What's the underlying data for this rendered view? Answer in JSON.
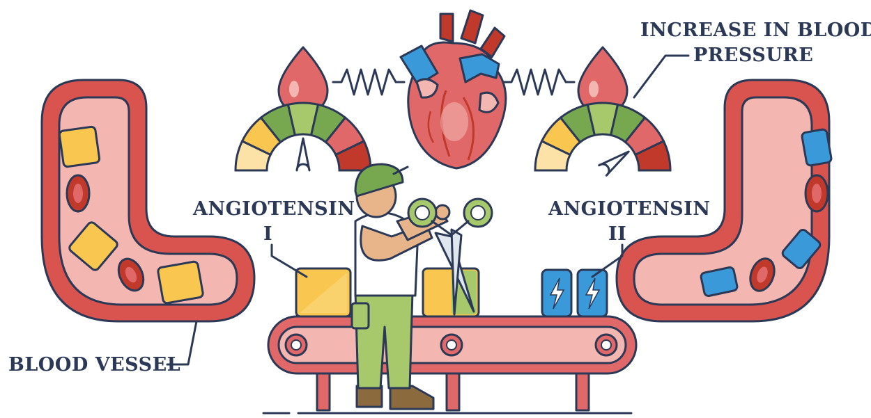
{
  "labels": {
    "increase_line1": "INCREASE IN BLOOD",
    "increase_line2": "PRESSURE",
    "angiotensin_1_line1": "ANGIOTENSIN",
    "angiotensin_1_line2": "I",
    "angiotensin_2_line1": "ANGIOTENSIN",
    "angiotensin_2_line2": "II",
    "blood_vessel": "BLOOD VESSEL"
  },
  "gauges": {
    "left_needle_level": 0.5,
    "right_needle_level": 0.8
  },
  "colors": {
    "outline": "#2b3856",
    "vessel_red": "#d9534f",
    "vessel_pink": "#f4b6b0",
    "angiotensin_1": "#f9c74f",
    "angiotensin_2": "#3a9ad9",
    "gauge_segments": [
      "#fde2a7",
      "#f9c74f",
      "#77a850",
      "#a8c96b",
      "#77a850",
      "#e06868",
      "#c0392b"
    ]
  }
}
